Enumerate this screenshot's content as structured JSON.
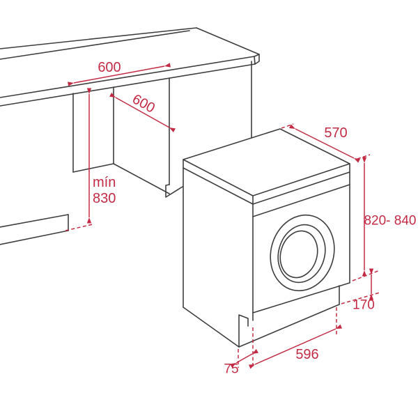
{
  "colors": {
    "line": "#3d3d3d",
    "dimension": "#c32b44",
    "background": "#ffffff"
  },
  "dimensions": {
    "niche_width": "600",
    "niche_depth": "600",
    "min_height_label": "mín",
    "min_height_value": "830",
    "machine_depth": "570",
    "machine_height_range": "820- 840",
    "plinth_height": "170",
    "machine_width": "596",
    "plinth_recess": "75"
  }
}
